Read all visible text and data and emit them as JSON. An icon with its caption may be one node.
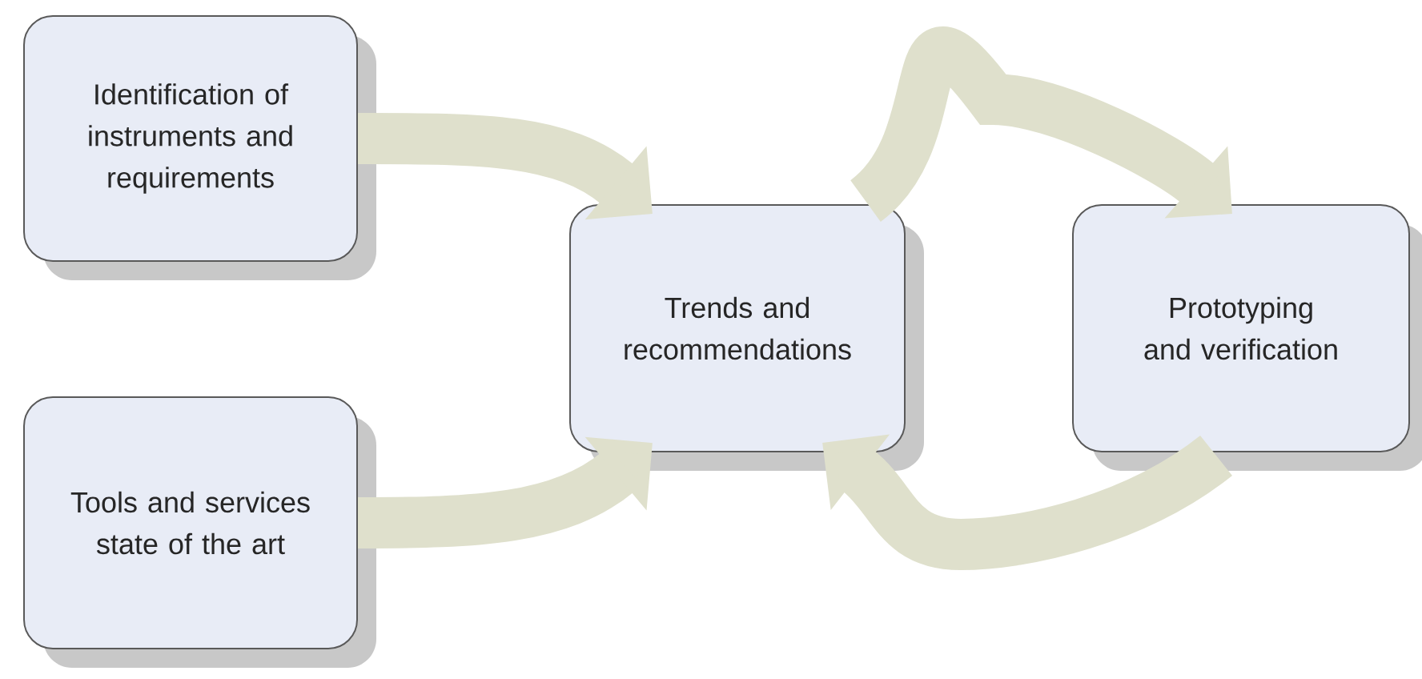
{
  "diagram": {
    "nodes": [
      {
        "text": [
          "Identification of instruments and requirements"
        ]
      },
      {
        "text": [
          "Tools and services state of the art"
        ]
      },
      {
        "text": [
          "Trends and recommendations"
        ]
      },
      {
        "text": [
          "Prototyping and verification"
        ]
      }
    ],
    "edges": [
      {
        "from": 0,
        "to": 2,
        "arrow": "to"
      },
      {
        "from": 1,
        "to": 2,
        "arrow": "to"
      },
      {
        "from": 2,
        "to": 3,
        "arrow": "to"
      },
      {
        "from": 3,
        "to": 2,
        "arrow": "to"
      }
    ]
  }
}
